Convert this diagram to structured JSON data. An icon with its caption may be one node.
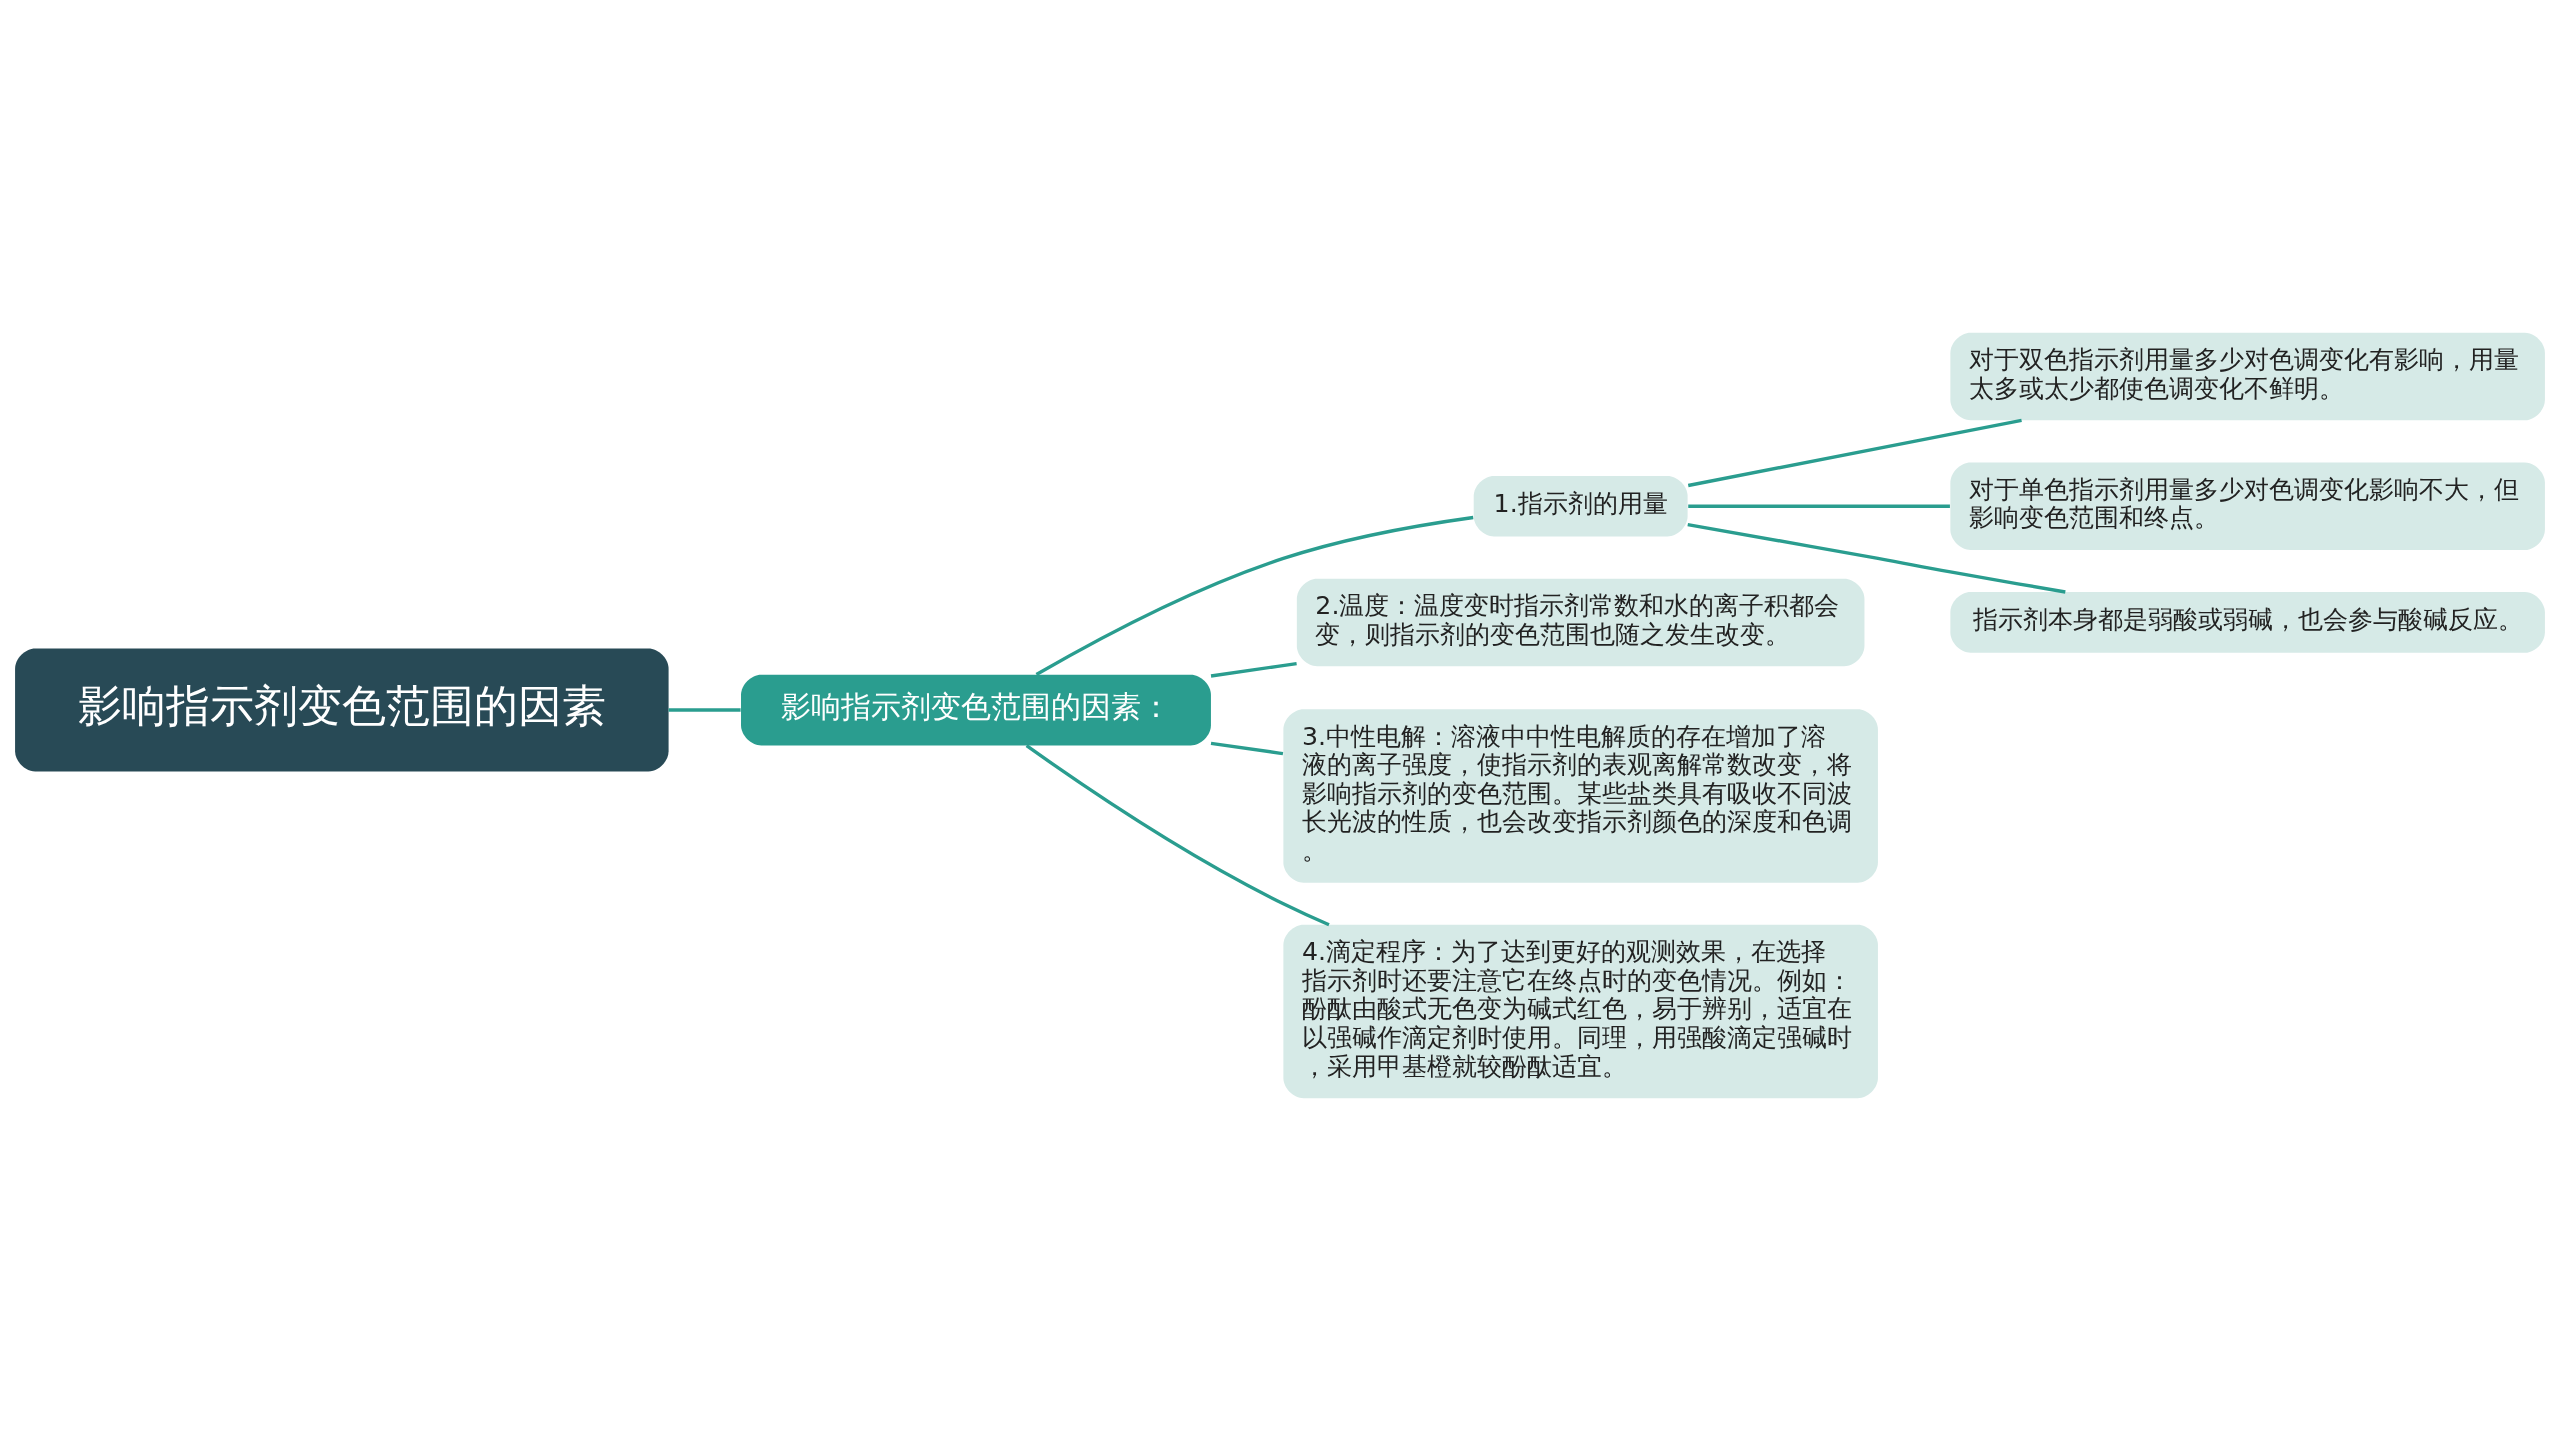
{
  "diagram": {
    "nodes": [
      {
        "text": [
          "影响指示剂变色范围的因素"
        ]
      },
      {
        "text": [
          "影响指示剂变色范围的因素："
        ]
      },
      {
        "text": [
          "1.指示剂的用量"
        ]
      },
      {
        "text": [
          "对于双色指示剂用量多少对色调变化有影响，用量太多或太少都使色调变化不鲜明。"
        ]
      },
      {
        "text": [
          "对于单色指示剂用量多少对色调变化影响不大，但影响变色范围和终点。"
        ]
      },
      {
        "text": [
          "指示剂本身都是弱酸或弱碱，也会参与酸碱反应。"
        ]
      },
      {
        "text": [
          "2.温度：温度变时指示剂常数和水的离子积都会变，则指示剂的变色范围也随之发生改变。"
        ]
      },
      {
        "text": [
          "3.中性电解：溶液中中性电解质的存在增加了溶液的离子强度，使指示剂的表观离解常数改变，将影响指示剂的变色范围。某些盐类具有吸收不同波长光波的性质，也会改变指示剂颜色的深度和色调。"
        ]
      },
      {
        "text": [
          "4.滴定程序：为了达到更好的观测效果，在选择指示剂时还要注意它在终点时的变色情况。例如：酚酞由酸式无色变为碱式红色，易于辨别，适宜在以强碱作滴定剂时使用。同理，用强酸滴定强碱时，采用甲基橙就较酚酞适宜。"
        ]
      }
    ],
    "edges": [
      {
        "from": 0,
        "to": 1,
        "arrow": "none"
      },
      {
        "from": 1,
        "to": 2,
        "arrow": "none"
      },
      {
        "from": 2,
        "to": 3,
        "arrow": "none"
      },
      {
        "from": 2,
        "to": 4,
        "arrow": "none"
      },
      {
        "from": 2,
        "to": 5,
        "arrow": "none"
      },
      {
        "from": 1,
        "to": 6,
        "arrow": "none"
      },
      {
        "from": 1,
        "to": 7,
        "arrow": "none"
      },
      {
        "from": 1,
        "to": 8,
        "arrow": "none"
      }
    ]
  }
}
